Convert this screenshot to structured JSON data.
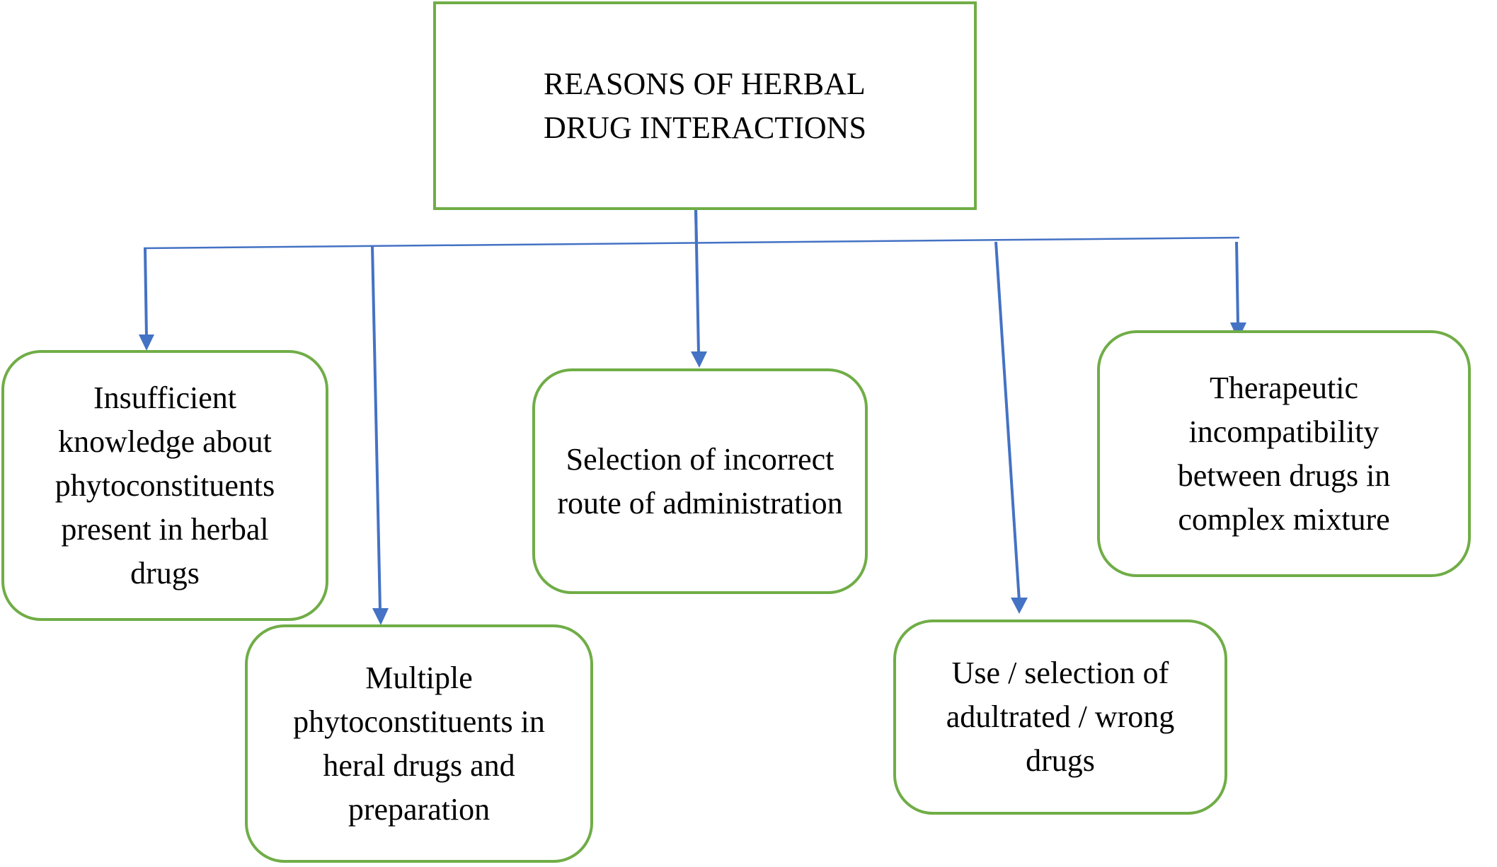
{
  "diagram": {
    "root": {
      "label": "REASONS OF HERBAL\nDRUG INTERACTIONS"
    },
    "reasons": [
      {
        "label": "Insufficient\nknowledge about\nphytoconstituents\npresent in herbal\ndrugs"
      },
      {
        "label": "Multiple\nphytoconstituents in\nheral drugs and\npreparation"
      },
      {
        "label": "Selection of incorrect\nroute of administration"
      },
      {
        "label": "Use / selection of\nadultrated / wrong\ndrugs"
      },
      {
        "label": "Therapeutic\nincompatibility\nbetween drugs in\ncomplex mixture"
      }
    ],
    "colors": {
      "box_border": "#70AD47",
      "connector": "#4472C4"
    }
  }
}
